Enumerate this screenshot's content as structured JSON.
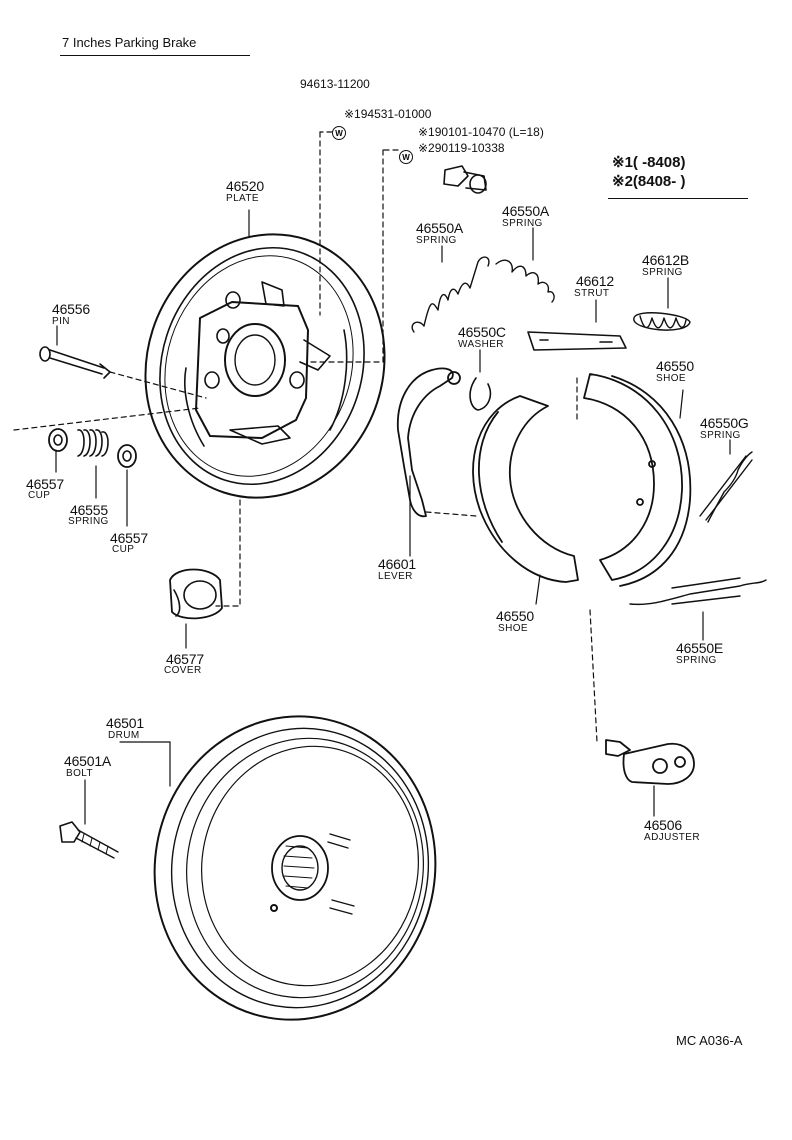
{
  "title": "7 Inches Parking Brake",
  "footer_code": "MC  A036-A",
  "legend": {
    "row1": "※1(       -8408)",
    "row2": "※2(8408-       )"
  },
  "washer_mark": "W",
  "parts": {
    "top_nut": "94613-11200",
    "washer_no": "※194531-01000",
    "bolt_1": "※190101-10470 (L=18)",
    "bolt_2": "※290119-10338",
    "plate": {
      "no": "46520",
      "name": "PLATE"
    },
    "pin": {
      "no": "46556",
      "name": "PIN"
    },
    "cup_a": {
      "no": "46557",
      "name": "CUP"
    },
    "spring_pin": {
      "no": "46555",
      "name": "SPRING"
    },
    "cup_b": {
      "no": "46557",
      "name": "CUP"
    },
    "cover": {
      "no": "46577",
      "name": "COVER"
    },
    "spring_a1": {
      "no": "46550A",
      "name": "SPRING"
    },
    "spring_a2": {
      "no": "46550A",
      "name": "SPRING"
    },
    "strut": {
      "no": "46612",
      "name": "STRUT"
    },
    "spring_b": {
      "no": "46612B",
      "name": "SPRING"
    },
    "washer": {
      "no": "46550C",
      "name": "WASHER"
    },
    "shoe_upper": {
      "no": "46550",
      "name": "SHOE"
    },
    "spring_g": {
      "no": "46550G",
      "name": "SPRING"
    },
    "lever": {
      "no": "46601",
      "name": "LEVER"
    },
    "shoe_lower": {
      "no": "46550",
      "name": "SHOE"
    },
    "spring_e": {
      "no": "46550E",
      "name": "SPRING"
    },
    "drum": {
      "no": "46501",
      "name": "DRUM"
    },
    "bolt": {
      "no": "46501A",
      "name": "BOLT"
    },
    "adjuster": {
      "no": "46506",
      "name": "ADJUSTER"
    }
  },
  "colors": {
    "ink": "#111111",
    "paper": "#ffffff"
  }
}
